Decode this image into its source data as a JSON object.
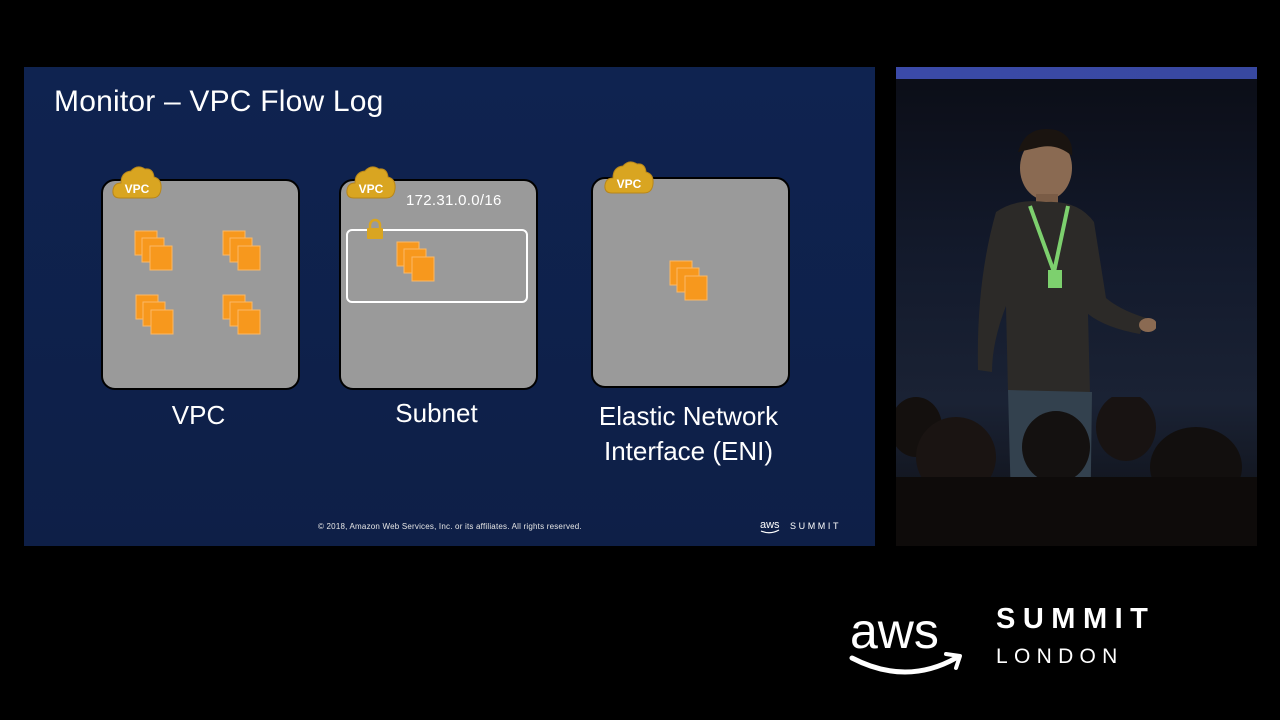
{
  "slide": {
    "title": "Monitor – VPC Flow Log",
    "panels": [
      {
        "badge": "VPC",
        "caption_lines": [
          "VPC"
        ]
      },
      {
        "badge": "VPC",
        "cidr": "172.31.0.0/16",
        "caption_lines": [
          "Subnet"
        ]
      },
      {
        "badge": "VPC",
        "caption_lines": [
          "Elastic Network",
          "Interface (ENI)"
        ]
      }
    ],
    "copyright": "© 2018, Amazon Web Services, Inc. or its affiliates. All rights reserved.",
    "brand": {
      "logo_text": "aws",
      "event": "SUMMIT"
    },
    "icons": {
      "badge": "vpc-cloud-icon",
      "instance": "ec2-instances-icon",
      "lock": "lock-icon"
    },
    "colors": {
      "background": "#0f2350",
      "panel": "#9a9a9a",
      "accent": "#f7981d",
      "badge": "#d9a521"
    }
  },
  "event_brand": {
    "logo_text": "aws",
    "title": "SUMMIT",
    "city": "LONDON"
  }
}
